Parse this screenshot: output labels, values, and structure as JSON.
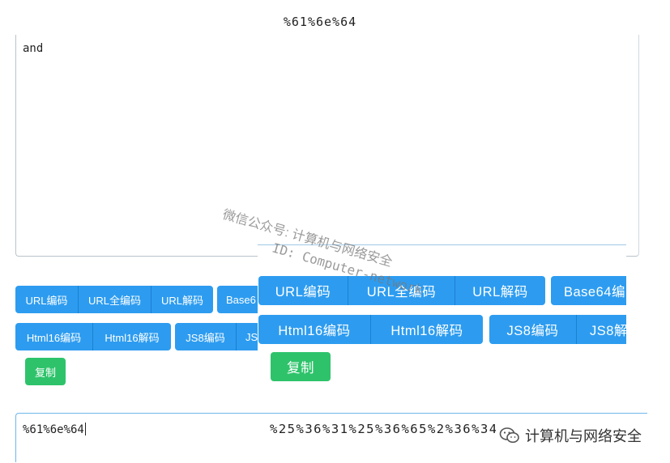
{
  "top_output": "%61%6e%64",
  "input_text": "and",
  "left_panel": {
    "row1": [
      "URL编码",
      "URL全编码",
      "URL解码",
      "Base6"
    ],
    "row2": [
      "Html16编码",
      "Html16解码",
      "JS8编码",
      "JS"
    ],
    "copy_label": "复制",
    "output_value": "%61%6e%64"
  },
  "right_panel": {
    "row1": [
      "URL编码",
      "URL全编码",
      "URL解码",
      "Base64编"
    ],
    "row2": [
      "Html16编码",
      "Html16解码",
      "JS8编码",
      "JS8解"
    ],
    "copy_label": "复制",
    "output_value": "%25%36%31%25%36%65%2%36%34"
  },
  "watermark": {
    "line1": "微信公众号: 计算机与网络安全",
    "line2": "ID: Computer-network"
  },
  "brand": {
    "icon": "wechat-logo-icon",
    "label": "计算机与网络安全"
  },
  "colors": {
    "primary": "#2d9cf0",
    "success": "#2ec36b",
    "border": "#6fb7ea"
  }
}
